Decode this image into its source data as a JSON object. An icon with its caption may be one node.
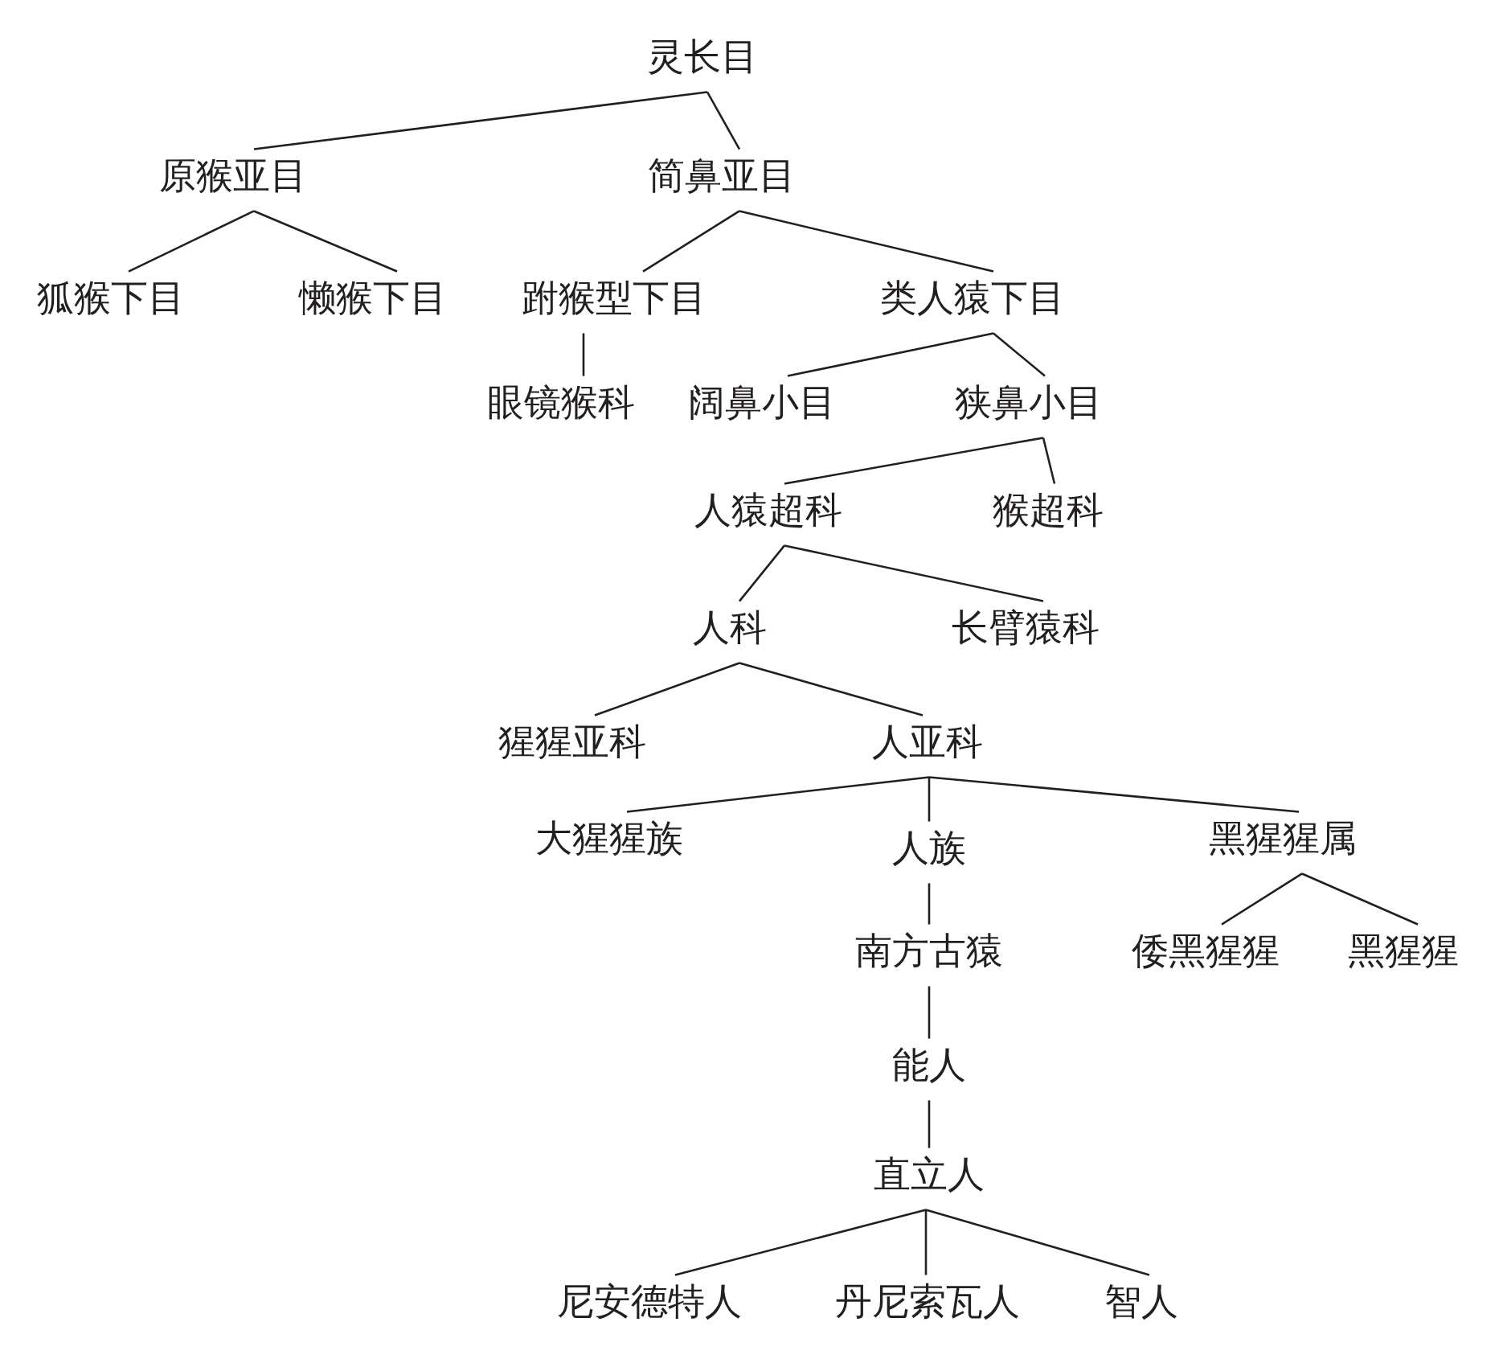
{
  "diagram": {
    "nodes": [
      {
        "text": [
          "灵长目"
        ]
      },
      {
        "text": [
          "原猴亚目"
        ]
      },
      {
        "text": [
          "简鼻亚目"
        ]
      },
      {
        "text": [
          "狐猴下目"
        ]
      },
      {
        "text": [
          "懒猴下目"
        ]
      },
      {
        "text": [
          "跗猴型下目"
        ]
      },
      {
        "text": [
          "类人猿下目"
        ]
      },
      {
        "text": [
          "眼镜猴科"
        ]
      },
      {
        "text": [
          "阔鼻小目"
        ]
      },
      {
        "text": [
          "狭鼻小目"
        ]
      },
      {
        "text": [
          "人猿超科"
        ]
      },
      {
        "text": [
          "猴超科"
        ]
      },
      {
        "text": [
          "人科"
        ]
      },
      {
        "text": [
          "长臂猿科"
        ]
      },
      {
        "text": [
          "猩猩亚科"
        ]
      },
      {
        "text": [
          "人亚科"
        ]
      },
      {
        "text": [
          "大猩猩族"
        ]
      },
      {
        "text": [
          "人族"
        ]
      },
      {
        "text": [
          "黑猩猩属"
        ]
      },
      {
        "text": [
          "南方古猿"
        ]
      },
      {
        "text": [
          "倭黑猩猩"
        ]
      },
      {
        "text": [
          "黑猩猩"
        ]
      },
      {
        "text": [
          "能人"
        ]
      },
      {
        "text": [
          "直立人"
        ]
      },
      {
        "text": [
          "尼安德特人"
        ]
      },
      {
        "text": [
          "丹尼索瓦人"
        ]
      },
      {
        "text": [
          "智人"
        ]
      }
    ],
    "edges": [
      {
        "from": 0,
        "to": 1,
        "arrow": "none"
      },
      {
        "from": 0,
        "to": 2,
        "arrow": "none"
      },
      {
        "from": 1,
        "to": 3,
        "arrow": "none"
      },
      {
        "from": 1,
        "to": 4,
        "arrow": "none"
      },
      {
        "from": 2,
        "to": 5,
        "arrow": "none"
      },
      {
        "from": 2,
        "to": 6,
        "arrow": "none"
      },
      {
        "from": 5,
        "to": 7,
        "arrow": "none"
      },
      {
        "from": 6,
        "to": 8,
        "arrow": "none"
      },
      {
        "from": 6,
        "to": 9,
        "arrow": "none"
      },
      {
        "from": 9,
        "to": 10,
        "arrow": "none"
      },
      {
        "from": 9,
        "to": 11,
        "arrow": "none"
      },
      {
        "from": 10,
        "to": 12,
        "arrow": "none"
      },
      {
        "from": 10,
        "to": 13,
        "arrow": "none"
      },
      {
        "from": 12,
        "to": 14,
        "arrow": "none"
      },
      {
        "from": 12,
        "to": 15,
        "arrow": "none"
      },
      {
        "from": 15,
        "to": 16,
        "arrow": "none"
      },
      {
        "from": 15,
        "to": 17,
        "arrow": "none"
      },
      {
        "from": 15,
        "to": 18,
        "arrow": "none"
      },
      {
        "from": 17,
        "to": 19,
        "arrow": "none"
      },
      {
        "from": 18,
        "to": 20,
        "arrow": "none"
      },
      {
        "from": 18,
        "to": 21,
        "arrow": "none"
      },
      {
        "from": 19,
        "to": 22,
        "arrow": "none"
      },
      {
        "from": 22,
        "to": 23,
        "arrow": "none"
      },
      {
        "from": 23,
        "to": 24,
        "arrow": "none"
      },
      {
        "from": 23,
        "to": 25,
        "arrow": "none"
      },
      {
        "from": 23,
        "to": 26,
        "arrow": "none"
      }
    ]
  }
}
